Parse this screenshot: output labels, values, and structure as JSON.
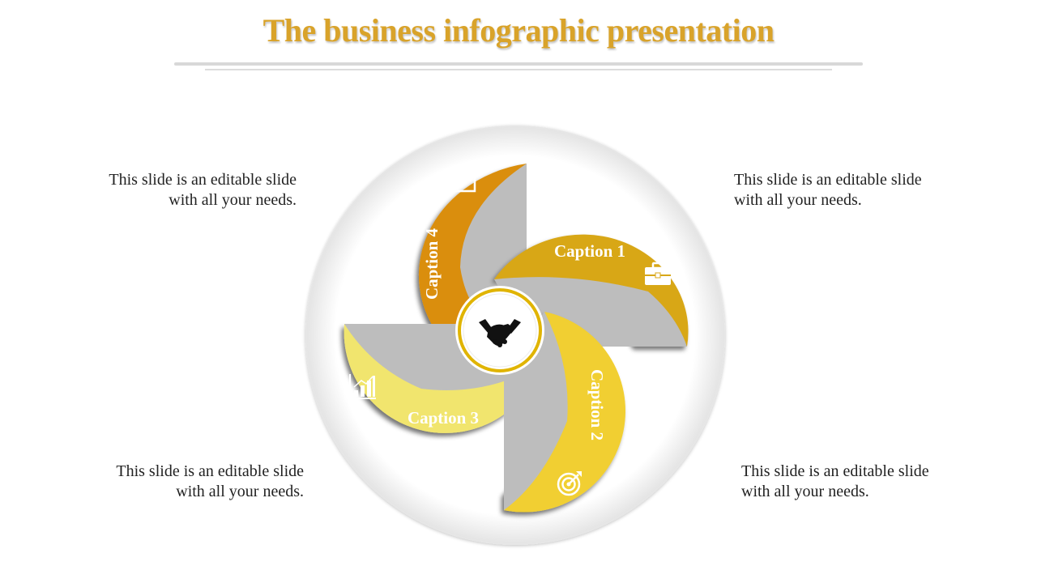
{
  "title": "The business infographic presentation",
  "descriptions": {
    "top_left": [
      "This slide is an editable slide",
      "with all your needs."
    ],
    "top_right": [
      "This slide is an editable slide",
      "with all your needs."
    ],
    "bottom_left": [
      "This slide is an editable slide",
      "with all your needs."
    ],
    "bottom_right": [
      "This slide is an editable slide",
      "with all your needs."
    ]
  },
  "captions": {
    "c1": "Caption 1",
    "c2": "Caption 2",
    "c3": "Caption 3",
    "c4": "Caption 4"
  },
  "colors": {
    "title": "#d9a32a",
    "petal1": "#d8a718",
    "petal2": "#f1cf30",
    "petal3": "#f1e56e",
    "petal4": "#da8e08",
    "inner_gray": "#bdbdbd",
    "hub_ring": "#e0b400"
  },
  "icons": {
    "c1": "briefcase-icon",
    "c2": "target-icon",
    "c3": "bar-chart-icon",
    "c4": "money-icon",
    "hub": "handshake-icon"
  }
}
